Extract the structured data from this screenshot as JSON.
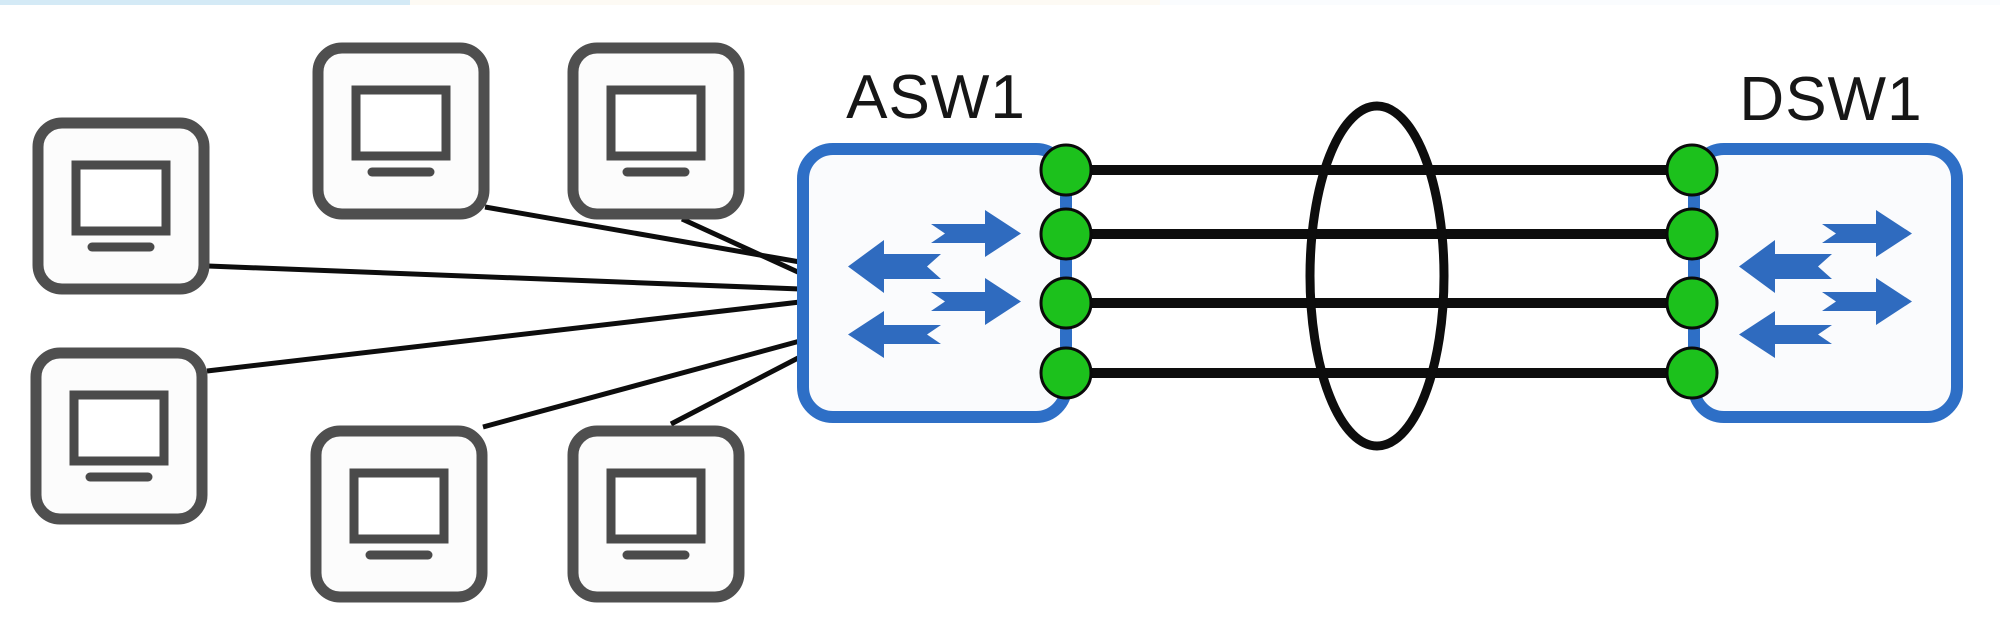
{
  "window": {
    "top_strip": {
      "left_color": "#d4eaf6",
      "mid_color": "#fdfaf4",
      "right_color": "#fafcfe"
    }
  },
  "diagram": {
    "type": "network-topology",
    "switches": [
      {
        "label": "ASW1"
      },
      {
        "label": "DSW1"
      }
    ],
    "pc_count": 6,
    "uplink_bundle": {
      "line_count": 4,
      "port_dot_count": 8,
      "aggregation_ellipse": true
    },
    "colors": {
      "switch_border_blue": "#2e6fc6",
      "switch_arrow_blue": "#2f6bbf",
      "port_green": "#1cc11c",
      "cable_black": "#0d0d0d",
      "pc_border_gray": "#4f4f4f",
      "label_text": "#161616"
    }
  }
}
